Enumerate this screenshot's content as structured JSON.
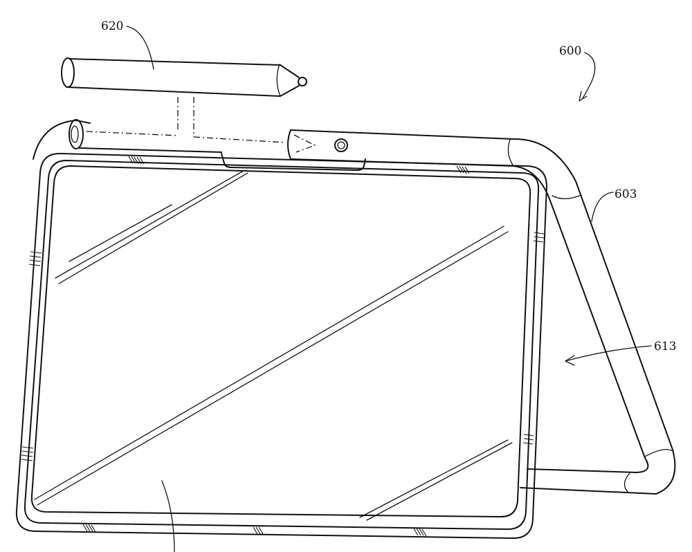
{
  "figure": {
    "labels": {
      "assembly": "600",
      "stylus": "620",
      "frame": "603",
      "rear_region": "613"
    }
  }
}
